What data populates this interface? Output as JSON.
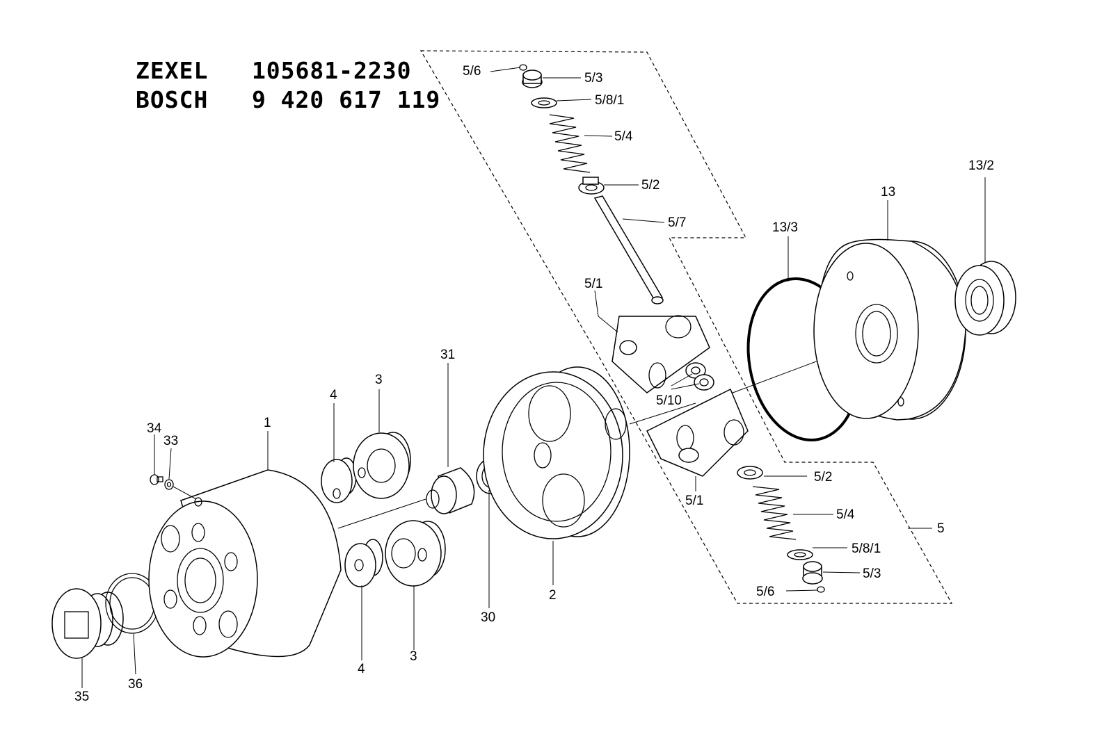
{
  "header": {
    "line1": "ZEXEL   105681-2230",
    "line2": "BOSCH   9 420 617 119"
  },
  "labels": {
    "p1": "1",
    "p2": "2",
    "p3_top": "3",
    "p3_bottom": "3",
    "p4_top": "4",
    "p4_bottom": "4",
    "p5": "5",
    "p5_1_top": "5/1",
    "p5_1_bottom": "5/1",
    "p5_2_top": "5/2",
    "p5_2_bottom": "5/2",
    "p5_3_top": "5/3",
    "p5_3_bottom": "5/3",
    "p5_4_top": "5/4",
    "p5_4_bottom": "5/4",
    "p5_6_top": "5/6",
    "p5_6_bottom": "5/6",
    "p5_7": "5/7",
    "p5_8_1_top": "5/8/1",
    "p5_8_1_bottom": "5/8/1",
    "p5_10": "5/10",
    "p13": "13",
    "p13_2": "13/2",
    "p13_3": "13/3",
    "p30": "30",
    "p31": "31",
    "p33": "33",
    "p34": "34",
    "p35": "35",
    "p36": "36"
  }
}
